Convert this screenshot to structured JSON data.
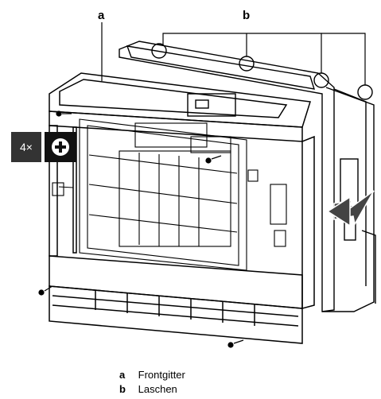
{
  "callouts": {
    "a": "a",
    "b": "b"
  },
  "badge": {
    "count": "4×",
    "icon": "plus-screw-icon"
  },
  "legend": [
    {
      "key": "a",
      "text": "Frontgitter"
    },
    {
      "key": "b",
      "text": "Laschen"
    }
  ],
  "colors": {
    "line": "#000000",
    "arrow": "#333333",
    "badge": "#333333"
  }
}
